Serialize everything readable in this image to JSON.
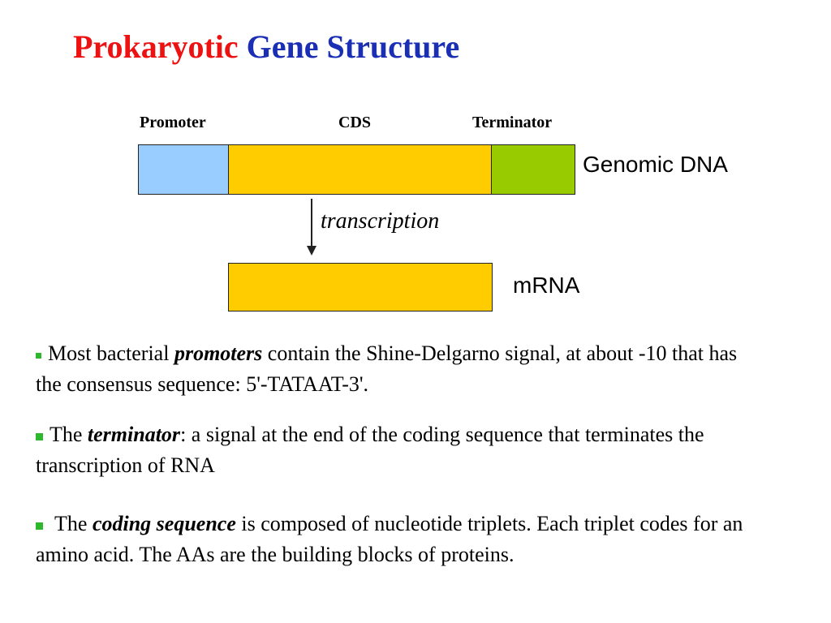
{
  "title": {
    "part1": "Prokaryotic",
    "part2": "Gene Structure"
  },
  "diagram": {
    "labels": {
      "promoter": "Promoter",
      "cds": "CDS",
      "terminator": "Terminator"
    },
    "genomic_label": "Genomic DNA",
    "mrna_label": "mRNA",
    "arrow_label": "transcription",
    "colors": {
      "promoter": "#99ccff",
      "cds": "#ffcc00",
      "terminator": "#99cc00"
    }
  },
  "bullets": [
    {
      "pre": "Most bacterial ",
      "emph": "promoters",
      "post": " contain the Shine-Delgarno signal, at about -10 that has the consensus  sequence: 5'-TATAAT-3'."
    },
    {
      "pre": "The ",
      "emph": "terminator",
      "post": ": a signal at the end of the coding sequence that terminates the transcription of RNA"
    },
    {
      "pre": " The ",
      "emph": "coding sequence",
      "post": " is composed of nucleotide triplets.  Each triplet codes for an amino acid. The AAs are the building blocks of proteins."
    }
  ]
}
